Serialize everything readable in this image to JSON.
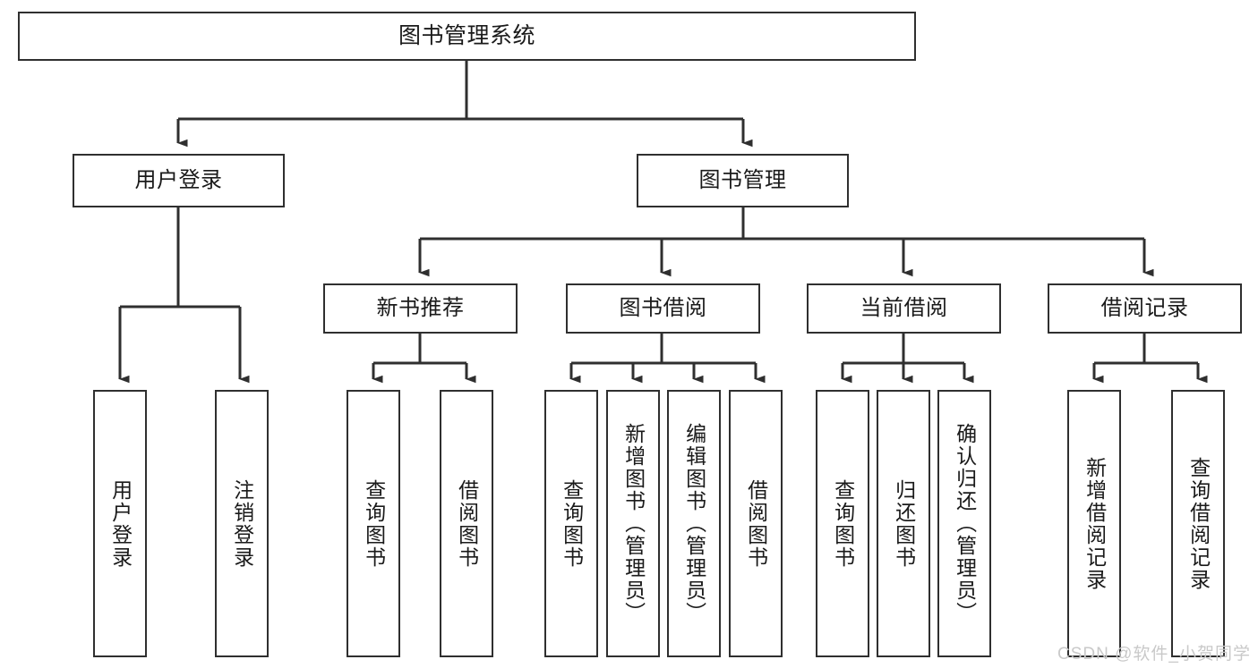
{
  "diagram": {
    "title": "图书管理系统",
    "type": "hierarchy-tree",
    "root": {
      "label": "图书管理系统"
    },
    "level2": [
      {
        "label": "用户登录"
      },
      {
        "label": "图书管理"
      }
    ],
    "level3": [
      {
        "label": "新书推荐"
      },
      {
        "label": "图书借阅"
      },
      {
        "label": "当前借阅"
      },
      {
        "label": "借阅记录"
      }
    ],
    "leaves": {
      "user_login": [
        {
          "label": "用户登录"
        },
        {
          "label": "注销登录"
        }
      ],
      "new_book_recommend": [
        {
          "label": "查询图书"
        },
        {
          "label": "借阅图书"
        }
      ],
      "book_borrow": [
        {
          "label": "查询图书"
        },
        {
          "label": "新增图书（管理员）"
        },
        {
          "label": "编辑图书（管理员）"
        },
        {
          "label": "借阅图书"
        }
      ],
      "current_borrow": [
        {
          "label": "查询图书"
        },
        {
          "label": "归还图书"
        },
        {
          "label": "确认归还（管理员）"
        }
      ],
      "borrow_record": [
        {
          "label": "新增借阅记录"
        },
        {
          "label": "查询借阅记录"
        }
      ]
    }
  },
  "watermark": {
    "text": "CSDN @软件_小贺同学"
  },
  "colors": {
    "border": "#2f2f2f",
    "text": "#1a1a1a",
    "background": "#ffffff",
    "watermark": "#c9c9c9"
  }
}
